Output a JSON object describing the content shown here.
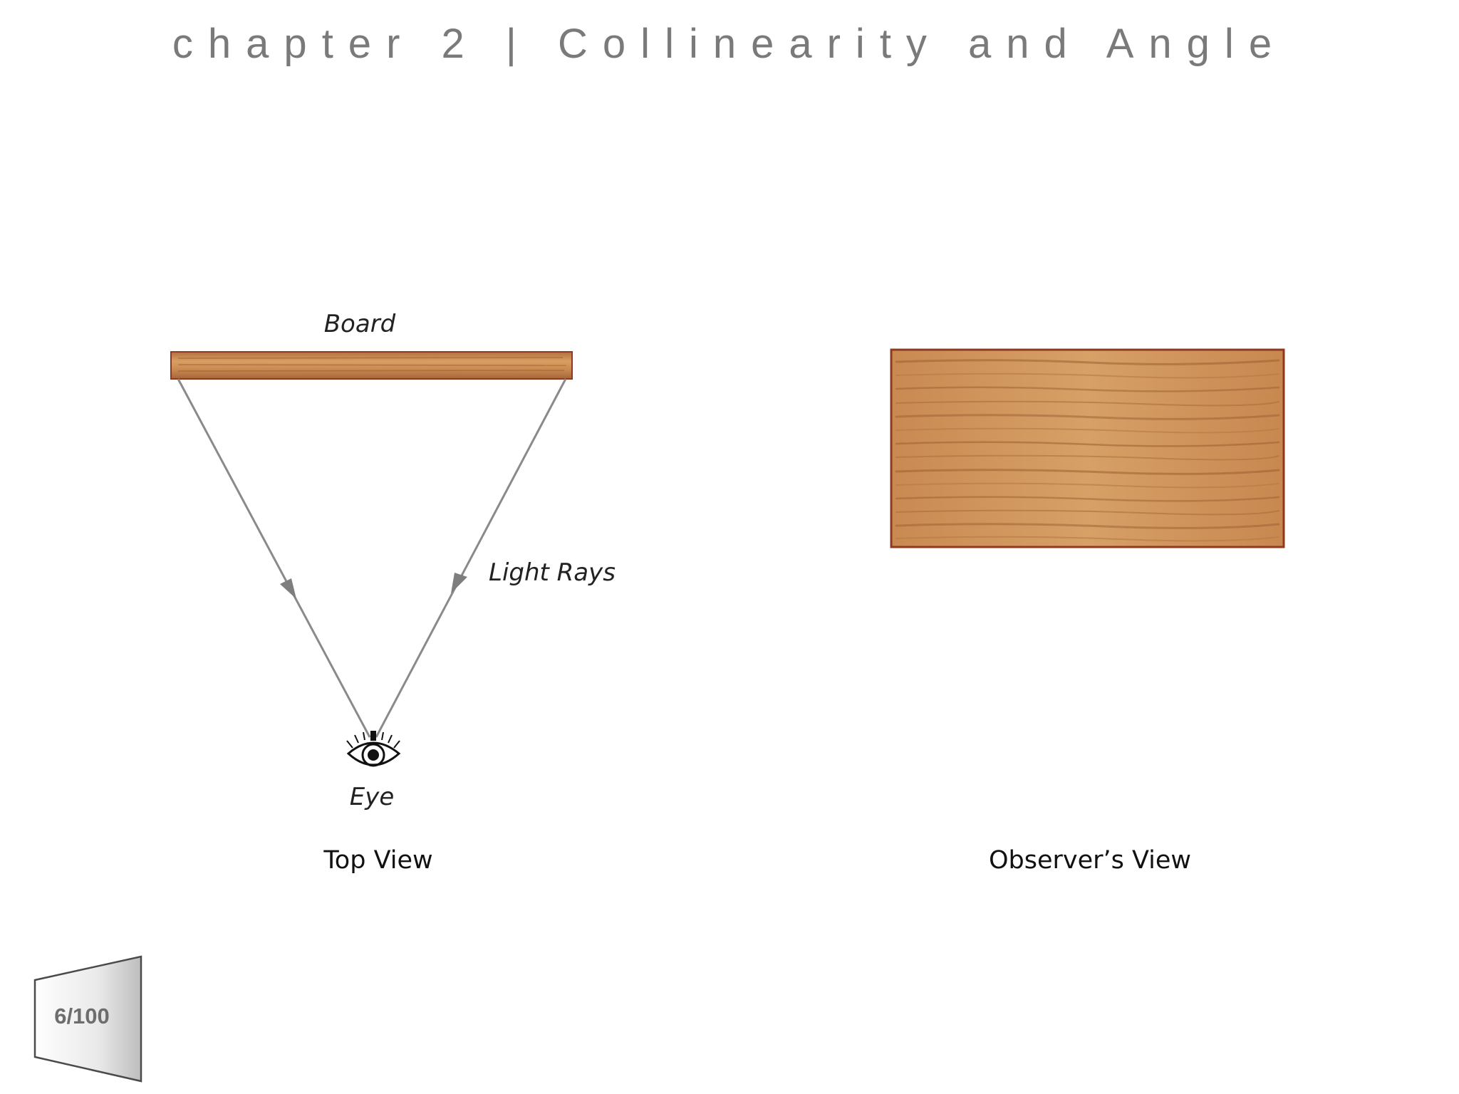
{
  "header": {
    "title": "chapter 2 | Collinearity and Angle"
  },
  "top_view": {
    "board_label": "Board",
    "rays_label": "Light Rays",
    "eye_label": "Eye",
    "caption": "Top View"
  },
  "observer_view": {
    "caption": "Observer’s View"
  },
  "footer": {
    "page_number": "6/100"
  },
  "colors": {
    "wood_light": "#d49a5c",
    "wood_dark": "#a8683a",
    "wood_border": "#8e3a1e",
    "ray": "#8a8a8a",
    "title": "#7a7a7a"
  }
}
